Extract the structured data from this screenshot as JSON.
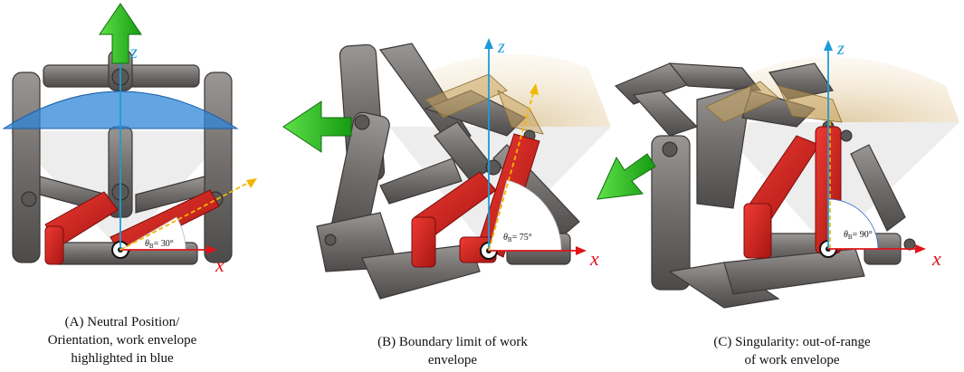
{
  "panels": [
    {
      "id": "A",
      "caption_lines": [
        "(A) Neutral Position/",
        "Orientation, work envelope",
        "highlighted in blue"
      ],
      "axis_z": "z",
      "axis_x": "x",
      "angle_symbol": "θ",
      "angle_subscript": "B",
      "angle_value": "= 30°"
    },
    {
      "id": "B",
      "caption_lines": [
        "(B) Boundary limit of work",
        "envelope"
      ],
      "axis_z": "z",
      "axis_x": "x",
      "angle_symbol": "θ",
      "angle_subscript": "B",
      "angle_value": "= 75°"
    },
    {
      "id": "C",
      "caption_lines": [
        "(C) Singularity: out-of-range",
        "of work envelope"
      ],
      "axis_z": "z",
      "axis_x": "x",
      "angle_symbol": "θ",
      "angle_subscript": "B",
      "angle_value": "= 90°"
    }
  ],
  "colors": {
    "link_gray": "#7a7775",
    "link_dark": "#4a4847",
    "red_link": "#d0201c",
    "blue_envelope": "#2f86d8",
    "tan_envelope": "#c9a45f",
    "z_axis": "#1d9bd8",
    "x_axis": "#e0141a",
    "dashed_axis": "#f2b600",
    "arrow_green": "#22b21e"
  }
}
